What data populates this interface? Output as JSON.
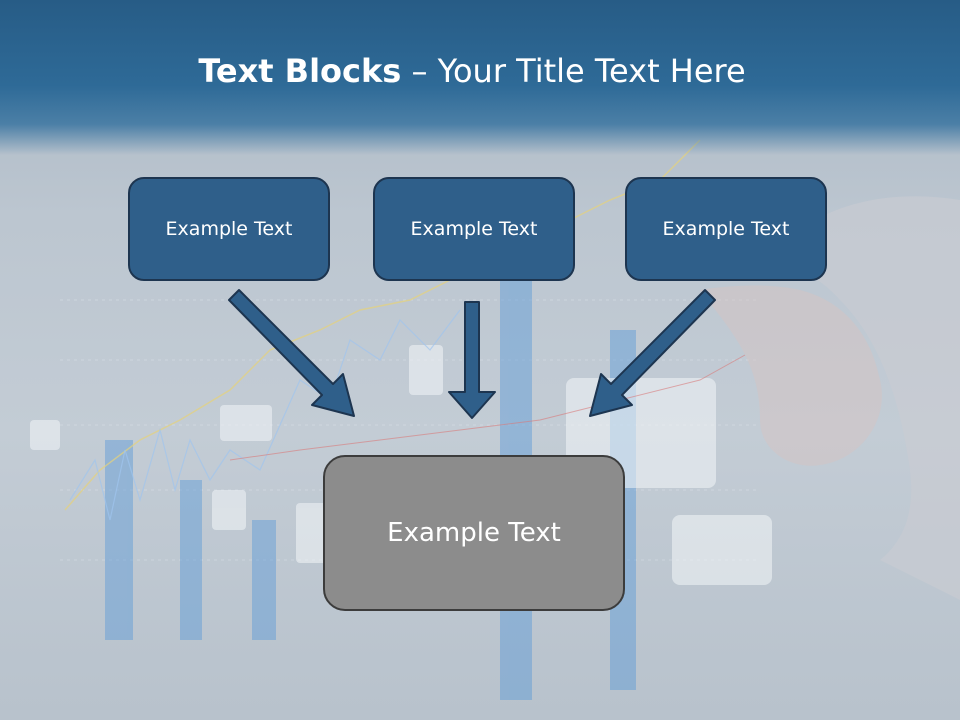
{
  "slide": {
    "title_bold": "Text Blocks",
    "title_dash": " – ",
    "title_rest": "Your Title Text Here"
  },
  "blocks": [
    {
      "label": "Example Text"
    },
    {
      "label": "Example Text"
    },
    {
      "label": "Example Text"
    }
  ],
  "target": {
    "label": "Example Text"
  },
  "colors": {
    "header": "#2e6a97",
    "block_fill": "#2f5f8a",
    "block_border": "#1d3550",
    "target_fill": "#8c8c8c",
    "arrow_fill": "#2f5f8a"
  }
}
